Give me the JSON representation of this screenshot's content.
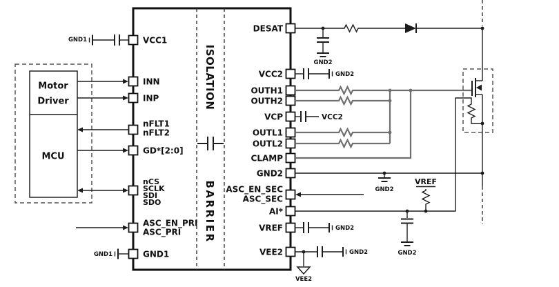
{
  "figure_type": "isolated-gate-driver-application-schematic",
  "ic": {
    "barrier": {
      "word1": "ISOLATION",
      "word2": "BARRIER"
    },
    "pins_left": {
      "vcc1": "VCC1",
      "inn": "INN",
      "inp": "INP",
      "nflt1": "nFLT1",
      "nflt2": "nFLT2",
      "gd": "GD*[2:0]",
      "ncs": "nCS",
      "sclk": "SCLK",
      "sdi": "SDI",
      "sdo": "SDO",
      "asc_en_pri": "ASC_EN_PRI",
      "asc_pri": "ASC_PRI",
      "gnd1": "GND1"
    },
    "pins_right": {
      "desat": "DESAT",
      "vcc2": "VCC2",
      "outh1": "OUTH1",
      "outh2": "OUTH2",
      "vcp": "VCP",
      "outl1": "OUTL1",
      "outl2": "OUTL2",
      "clamp": "CLAMP",
      "gnd2": "GND2",
      "asc_en_sec": "ASC_EN_SEC",
      "asc_sec": "ASC_SEC",
      "ai": "AI*",
      "vref": "VREF",
      "vee2": "VEE2"
    }
  },
  "blocks": {
    "motor_driver_line1": "Motor",
    "motor_driver_line2": "Driver",
    "mcu": "MCU"
  },
  "nets": {
    "gnd1": "GND1",
    "gnd2": "GND2",
    "vcc2": "VCC2",
    "vref": "VREF",
    "vee2": "VEE2"
  },
  "colors": {
    "wire": "#1c1c1c",
    "gate": "#6f6f6f",
    "ink": "#111111",
    "background": "#ffffff"
  }
}
